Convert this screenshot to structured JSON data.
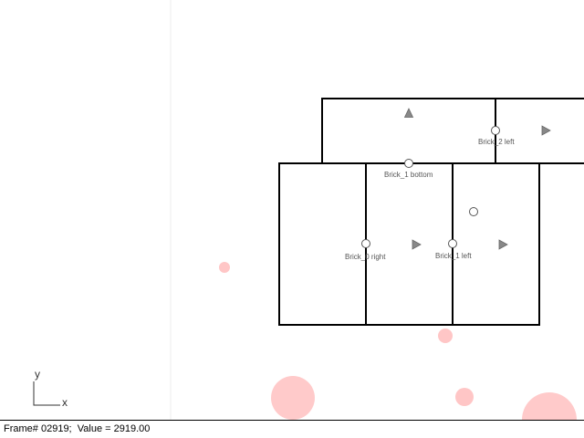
{
  "viewport": {
    "brick_labels": {
      "brick_2_left": "Brick_2 left",
      "brick_1_bottom": "Brick_1 bottom",
      "brick_0_right": "Brick_0 right",
      "brick_1_left": "Brick_1 left"
    },
    "axis": {
      "x_label": "x",
      "y_label": "y"
    },
    "colors": {
      "brick_outline": "#000000",
      "joint_fill": "#ffffff",
      "joint_stroke": "#555555",
      "arrow_fill": "#888888",
      "particle": "#ffb3b3",
      "divider": "#eeeeee"
    }
  },
  "status_bar": {
    "frame_label": "Frame#",
    "frame_number": "02919;",
    "value_label": "Value =",
    "value": "2919.00"
  }
}
